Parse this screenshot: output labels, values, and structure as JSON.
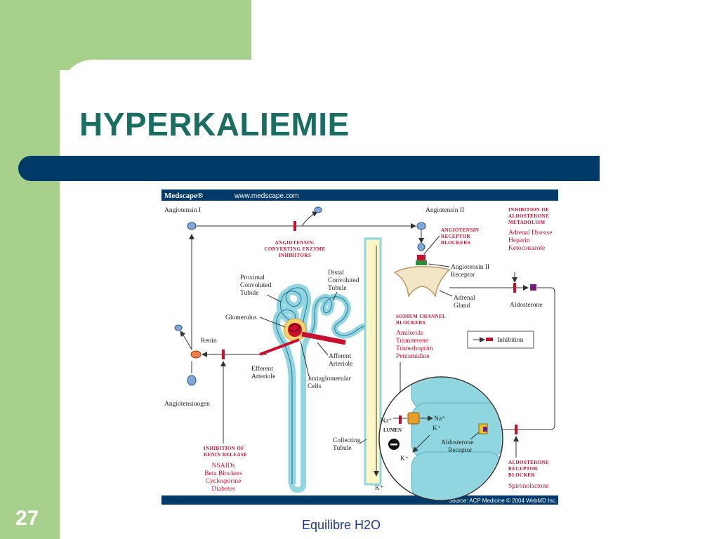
{
  "slide": {
    "title": "HYPERKALIEMIE",
    "number": "27",
    "footer": "Equilibre H2O",
    "colors": {
      "green": "#a8d08d",
      "title": "#1a6e61",
      "bar": "#003a68",
      "footer": "#1f3a93"
    }
  },
  "figure": {
    "logo": "Medscape®",
    "url": "www.medscape.com",
    "source": "Source: ACP Medicine © 2004 WebMD Inc.",
    "labels": {
      "angiotensin1": "Angiotensin I",
      "angiotensin2": "Angiotensin II",
      "ace_inhibitors": [
        "ANGIOTENSIN-",
        "CONVERTING ENZYME",
        "INHIBITORS"
      ],
      "arb": [
        "ANGIOTENSIN",
        "RECEPTOR",
        "BLOCKERS"
      ],
      "inhibition_aldo_title": [
        "INHIBITION OF",
        "ALDOSTERONE",
        "METABOLISM"
      ],
      "inhibition_aldo_items": [
        "Adrenal Disease",
        "Heparin",
        "Ketoconazole"
      ],
      "at2_receptor": [
        "Angiotensin II",
        "Receptor"
      ],
      "adrenal_gland": [
        "Adrenal",
        "Gland"
      ],
      "aldosterone": "Aldosterone",
      "proximal": [
        "Proximal",
        "Convoluted",
        "Tubule"
      ],
      "distal": [
        "Distal",
        "Convoluted",
        "Tubule"
      ],
      "glomerulus": "Glomerulus",
      "renin": "Renin",
      "afferent": [
        "Afferent",
        "Arteriole"
      ],
      "efferent": [
        "Efferent",
        "Arteriole"
      ],
      "juxta": [
        "Juxtaglomerular",
        "Cells"
      ],
      "angiotensinogen": "Angiotensinogen",
      "sodium_channel_title": [
        "SODIUM CHANNEL",
        "BLOCKERS"
      ],
      "sodium_channel_items": [
        "Amiloride",
        "Triamterene",
        "Trimethoprim",
        "Pentamidine"
      ],
      "legend": "Inhibition",
      "collecting": [
        "Collecting",
        "Tubule"
      ],
      "k_bottom": "K⁺",
      "renin_release_title": [
        "INHIBITION OF",
        "RENIN RELEASE"
      ],
      "renin_release_items": [
        "NSAIDs",
        "Beta Blockers",
        "Cyclosporine",
        "Diabetes"
      ],
      "aldo_blocker_title": [
        "ALDOSTERONE",
        "RECEPTOR",
        "BLOCKER"
      ],
      "aldo_blocker_item": "Spironolactone",
      "na_lumen": "Na⁺",
      "na_cell": "Na⁺",
      "lumen": "LUMEN",
      "k_cell": "K⁺",
      "k_lumen": "K⁺",
      "aldo_receptor": [
        "Aldosterone",
        "Receptor"
      ]
    }
  }
}
